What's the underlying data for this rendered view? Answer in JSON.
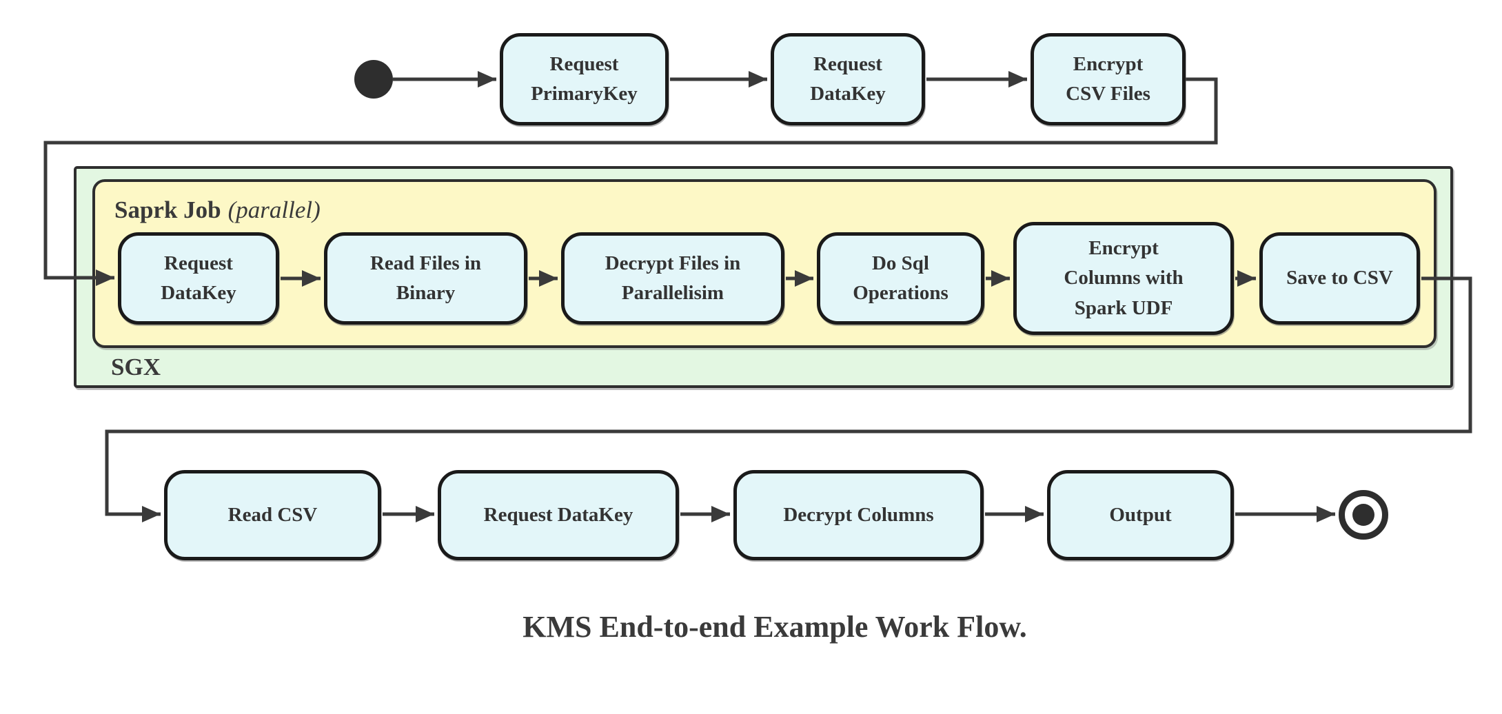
{
  "diagram": {
    "caption": "KMS End-to-end Example Work Flow.",
    "colors": {
      "node_fill": "#e3f6f9",
      "node_border": "#1a1a1a",
      "sgx_container_fill": "#e3f7e2",
      "spark_container_fill": "#fdf8c6",
      "connector": "#3a3a3a",
      "text": "#333333"
    },
    "containers": {
      "sgx": {
        "label": "SGX"
      },
      "spark_job": {
        "label": "Saprk Job",
        "annotation": "(parallel)"
      }
    },
    "top_row": [
      {
        "label": "Request PrimaryKey"
      },
      {
        "label": "Request DataKey"
      },
      {
        "label": "Encrypt CSV Files"
      }
    ],
    "spark_row": [
      {
        "label": "Request DataKey"
      },
      {
        "label": "Read Files in Binary"
      },
      {
        "label": "Decrypt Files in Parallelisim"
      },
      {
        "label": "Do Sql Operations"
      },
      {
        "label": "Encrypt Columns with Spark UDF"
      },
      {
        "label": "Save to CSV"
      }
    ],
    "bottom_row": [
      {
        "label": "Read CSV"
      },
      {
        "label": "Request DataKey"
      },
      {
        "label": "Decrypt Columns"
      },
      {
        "label": "Output"
      }
    ]
  }
}
